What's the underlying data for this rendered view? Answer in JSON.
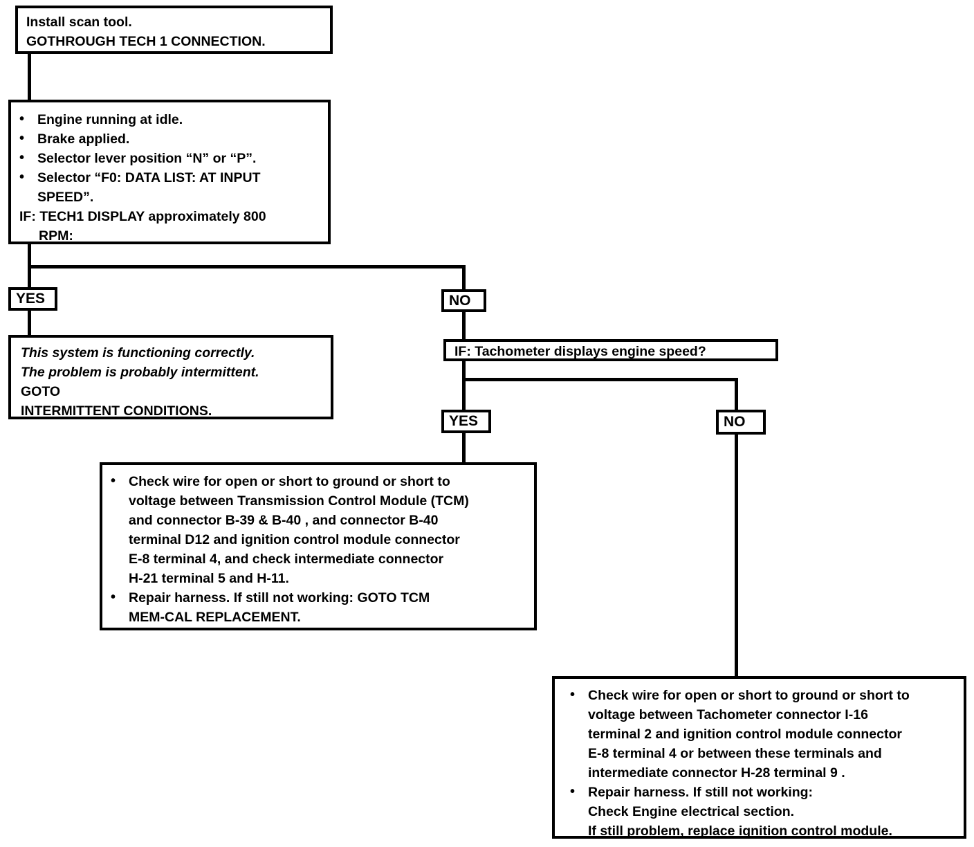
{
  "diagram": {
    "title": "Transmission / Tachometer input speed diagnostic flowchart",
    "line_color": "#000000",
    "background": "#ffffff"
  },
  "nodes": {
    "install": {
      "line1": "Install scan tool.",
      "line2": "GOTHROUGH ",
      "line2_bold": "TECH 1 CONNECTION."
    },
    "conditions": {
      "bullets": [
        "Engine running at idle.",
        "Brake applied.",
        "Selector lever position “N” or “P”.",
        "Selector “F0: DATA LIST: AT INPUT SPEED”."
      ],
      "bullet4_line1": "Selector “F0: DATA LIST: AT INPUT",
      "bullet4_line2": "SPEED”.",
      "if_line1": "IF: TECH1 DISPLAY approximately 800",
      "if_line2": "RPM:"
    },
    "functioning": {
      "line1": "This system is functioning correctly.",
      "line2": "The problem is probably intermittent.",
      "line3": "GOTO",
      "line4": "INTERMITTENT CONDITIONS."
    },
    "tach_question": {
      "text": "IF:  Tachometer displays engine speed?"
    },
    "tcm_check": {
      "bullet1_lines": [
        "Check wire for open or short to ground or short to",
        "voltage between Transmission Control Module (TCM)",
        "and connector B-39 & B-40 , and connector B-40",
        "terminal D12 and ignition control module connector",
        "E-8 terminal 4, and check intermediate connector",
        " H-21 terminal 5 and H-11."
      ],
      "bullet2_line1_pre": "Repair harness.  If still not working: GOTO ",
      "bullet2_line1_bold": "TCM",
      "bullet2_line2_bold": "MEM-CAL REPLACEMENT."
    },
    "tach_check": {
      "bullet1_lines": [
        "Check wire for open or short to ground or short to",
        "voltage between Tachometer connector I-16",
        "terminal 2 and ignition control module connector",
        "E-8 terminal 4 or between these terminals and",
        "intermediate connector H-28 terminal 9  ."
      ],
      "bullet2_lines": [
        "Repair harness.  If still not working:",
        "Check Engine electrical section.",
        "If still problem, replace ignition control module."
      ]
    }
  },
  "branches": {
    "yes1": "YES",
    "no1": "NO",
    "yes2": "YES",
    "no2": "NO"
  }
}
